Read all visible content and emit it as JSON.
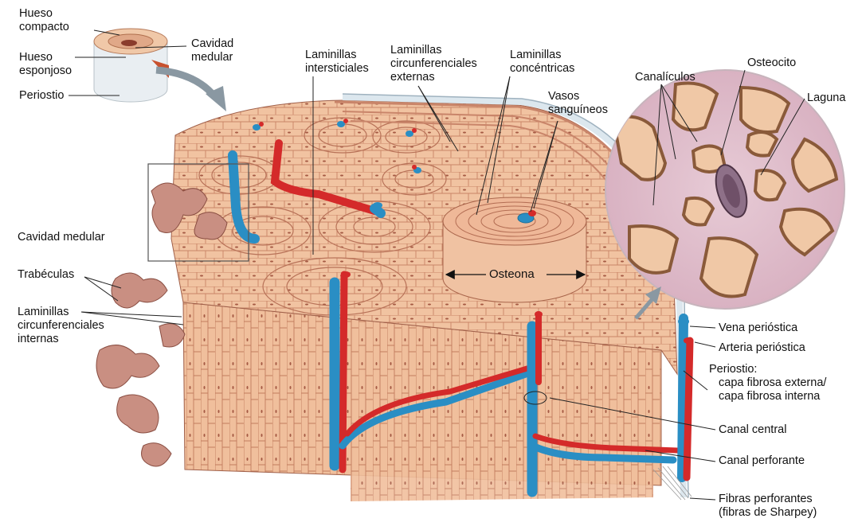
{
  "labels": {
    "hueso_compacto": [
      "Hueso",
      "compacto"
    ],
    "hueso_esponjoso": [
      "Hueso",
      "esponjoso"
    ],
    "periostio_top": "Periostio",
    "cavidad_medular_top": [
      "Cavidad",
      "medular"
    ],
    "laminillas_intersticiales": [
      "Laminillas",
      "intersticiales"
    ],
    "laminillas_circ_externas": [
      "Laminillas",
      "circunferenciales",
      "externas"
    ],
    "laminillas_concentricas": [
      "Laminillas",
      "concéntricas"
    ],
    "vasos_sanguineos": [
      "Vasos",
      "sanguíneos"
    ],
    "canaliculos": "Canalículos",
    "osteocito": "Osteocito",
    "laguna": "Laguna",
    "cavidad_medular_left": "Cavidad medular",
    "trabeculas": "Trabéculas",
    "laminillas_circ_internas": [
      "Laminillas",
      "circunferenciales",
      "internas"
    ],
    "osteona": "Osteona",
    "vena_periostica": "Vena perióstica",
    "arteria_periostica": "Arteria perióstica",
    "periostio_capas": [
      "Periostio:",
      "capa fibrosa externa/",
      "capa fibrosa interna"
    ],
    "canal_central": "Canal central",
    "canal_perforante": "Canal perforante",
    "fibras_perforantes": [
      "Fibras perforantes",
      "(fibras de Sharpey)"
    ]
  },
  "colors": {
    "bone_light": "#f2c9a8",
    "bone_mid": "#e8a884",
    "bone_dark": "#b86a4e",
    "line": "#8a4a36",
    "artery": "#d42a2a",
    "vein": "#2a8ec4",
    "periosteum": "#d8e4ec",
    "cell_bg": "#e9d2dc",
    "leader": "#222222"
  }
}
